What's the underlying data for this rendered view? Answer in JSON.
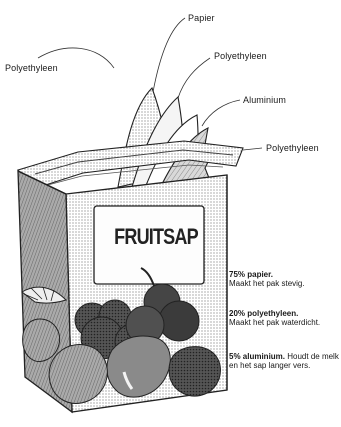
{
  "labels": {
    "papier": "Papier",
    "polyethyleen_left": "Polyethyleen",
    "polyethyleen_top": "Polyethyleen",
    "aluminium": "Aluminium",
    "polyethyleen_bottom": "Polyethyleen"
  },
  "carton_text": "FRUITSAP",
  "notes": [
    {
      "title": "75% papier.",
      "text": "Maakt het pak stevig."
    },
    {
      "title": "20% polyethyleen.",
      "text": "Maakt het pak waterdicht."
    },
    {
      "title": "5% aluminium.",
      "text": "Houdt de melk en het sap langer vers."
    }
  ]
}
